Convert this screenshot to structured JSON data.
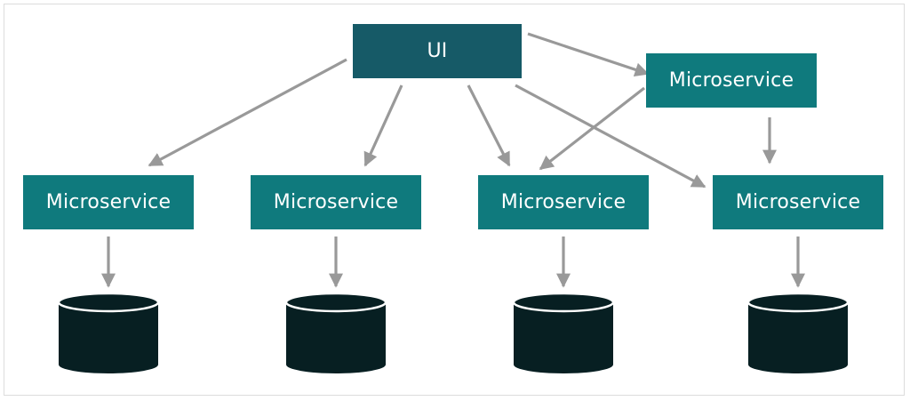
{
  "colors": {
    "ui_box": "#165a67",
    "service_box": "#0f7a7d",
    "database": "#071f22",
    "arrow": "#999999",
    "frame": "#dcdcdc"
  },
  "ui": {
    "label": "UI"
  },
  "services": {
    "top": {
      "label": "Microservice"
    },
    "row": [
      {
        "label": "Microservice"
      },
      {
        "label": "Microservice"
      },
      {
        "label": "Microservice"
      },
      {
        "label": "Microservice"
      }
    ]
  },
  "databases": [
    {
      "icon": "database-icon"
    },
    {
      "icon": "database-icon"
    },
    {
      "icon": "database-icon"
    },
    {
      "icon": "database-icon"
    }
  ]
}
